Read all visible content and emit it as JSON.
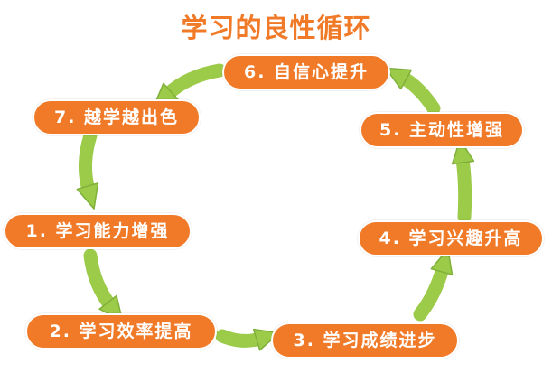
{
  "title": "学习的良性循环",
  "colors": {
    "title": "#f07a28",
    "pill": "#f07a28",
    "arrow": "#9ccb4a",
    "arrow_edge": "#7fb03a"
  },
  "steps": [
    {
      "number": "1",
      "text": "学习能力增强"
    },
    {
      "number": "2",
      "text": "学习效率提高"
    },
    {
      "number": "3",
      "text": "学习成绩进步"
    },
    {
      "number": "4",
      "text": "学习兴趣升高"
    },
    {
      "number": "5",
      "text": "主动性增强"
    },
    {
      "number": "6",
      "text": "自信心提升"
    },
    {
      "number": "7",
      "text": "越学越出色"
    }
  ]
}
